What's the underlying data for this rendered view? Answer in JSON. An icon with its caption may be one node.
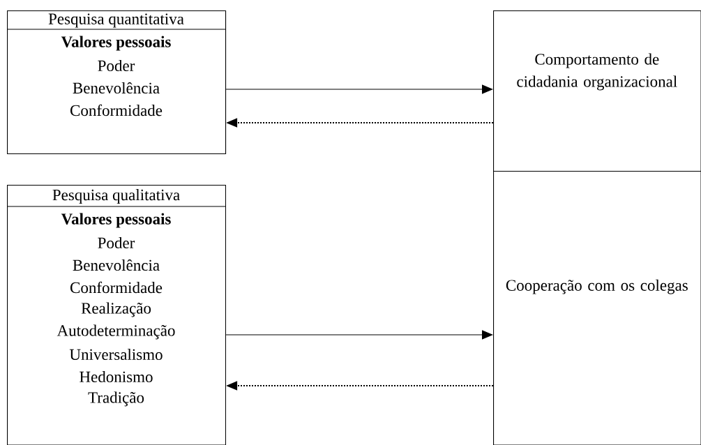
{
  "diagram": {
    "nodes": [
      {
        "text": [
          "Pesquisa quantitativa",
          "Valores pessoais",
          "Poder",
          "Benevolência",
          "Conformidade"
        ]
      },
      {
        "text": [
          "Pesquisa qualitativa",
          "Valores pessoais",
          "Poder",
          "Benevolência",
          "Conformidade",
          "Realização",
          "Autodeterminação",
          "Universalismo",
          "Hedonismo",
          "Tradição"
        ]
      },
      {
        "text": [
          "Comportamento de cidadania organizacional"
        ]
      },
      {
        "text": [
          "Cooperação com os colegas"
        ]
      }
    ],
    "edges": [
      {
        "from": 0,
        "to": 2,
        "arrow": "to"
      },
      {
        "from": 2,
        "to": 0,
        "arrow": "to",
        "style": "dashed"
      },
      {
        "from": 1,
        "to": 3,
        "arrow": "to"
      },
      {
        "from": 3,
        "to": 1,
        "arrow": "to",
        "style": "dashed"
      }
    ]
  }
}
